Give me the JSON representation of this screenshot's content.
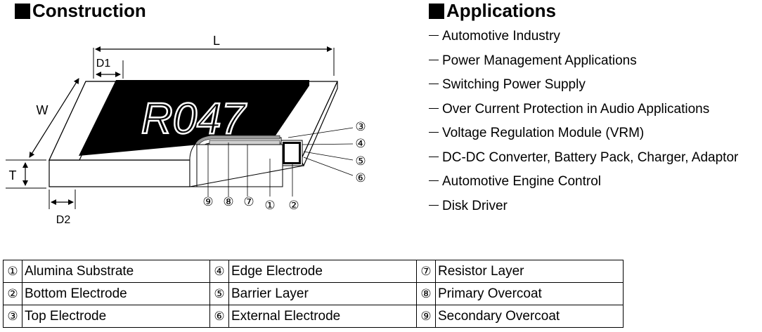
{
  "construction": {
    "title": "Construction",
    "dims": {
      "L": "L",
      "W": "W",
      "T": "T",
      "D1": "D1",
      "D2": "D2"
    },
    "marking": "R047",
    "callouts": [
      "③",
      "④",
      "⑤",
      "⑥",
      "⑨",
      "⑧",
      "⑦",
      "①",
      "②"
    ]
  },
  "applications": {
    "title": "Applications",
    "items": [
      "Automotive Industry",
      "Power Management Applications",
      "Switching Power Supply",
      "Over Current Protection in Audio Applications",
      "Voltage Regulation Module (VRM)",
      "DC-DC Converter, Battery Pack, Charger, Adaptor",
      "Automotive Engine Control",
      "Disk Driver"
    ]
  },
  "legend": {
    "rows": [
      [
        {
          "num": "①",
          "name": "Alumina Substrate"
        },
        {
          "num": "④",
          "name": "Edge Electrode"
        },
        {
          "num": "⑦",
          "name": "Resistor Layer"
        }
      ],
      [
        {
          "num": "②",
          "name": "Bottom Electrode"
        },
        {
          "num": "⑤",
          "name": "Barrier Layer"
        },
        {
          "num": "⑧",
          "name": "Primary Overcoat"
        }
      ],
      [
        {
          "num": "③",
          "name": "Top Electrode"
        },
        {
          "num": "⑥",
          "name": "External Electrode"
        },
        {
          "num": "⑨",
          "name": "Secondary Overcoat"
        }
      ]
    ]
  }
}
